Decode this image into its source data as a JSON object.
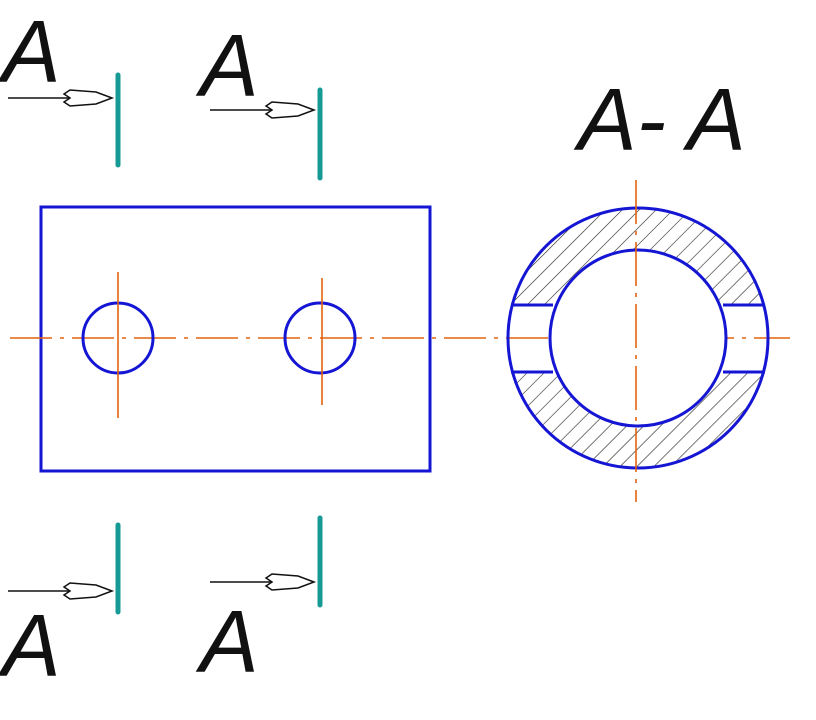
{
  "labels": {
    "cut_left_top": "A",
    "cut_right_top": "A",
    "cut_left_bottom": "A",
    "cut_right_bottom": "A",
    "section_title": "A- A"
  },
  "colors": {
    "outline": "#1515d4",
    "centerline": "#e2640f",
    "cutting_plane": "#159a96",
    "text": "#111111"
  }
}
